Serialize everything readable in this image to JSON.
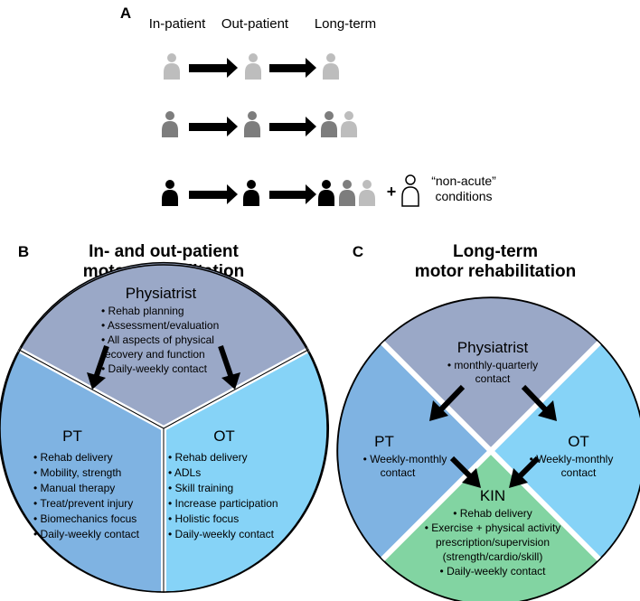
{
  "panel_a": {
    "letter": "A",
    "columns": [
      "In-patient",
      "Out-patient",
      "Long-term"
    ],
    "plus": "+",
    "non_acute_line1": "“non-acute”",
    "non_acute_line2": "conditions"
  },
  "panel_b": {
    "letter": "B",
    "title_line1": "In- and out-patient",
    "title_line2": "motor rehabilitation",
    "physiatrist": {
      "title": "Physiatrist",
      "bullets": [
        "Rehab planning",
        "Assessment/evaluation",
        "All aspects of physical",
        "recovery and function",
        "Daily-weekly contact"
      ]
    },
    "pt": {
      "title": "PT",
      "bullets": [
        "Rehab delivery",
        "Mobility, strength",
        "Manual therapy",
        "Treat/prevent injury",
        "Biomechanics focus",
        "Daily-weekly contact"
      ]
    },
    "ot": {
      "title": "OT",
      "bullets": [
        "Rehab delivery",
        "ADLs",
        "Skill training",
        "Increase participation",
        "Holistic focus",
        "Daily-weekly contact"
      ]
    }
  },
  "panel_c": {
    "letter": "C",
    "title_line1": "Long-term",
    "title_line2": "motor rehabilitation",
    "physiatrist": {
      "title": "Physiatrist",
      "line1": "• monthly-quarterly",
      "line2": "contact"
    },
    "pt": {
      "title": "PT",
      "line1": "• Weekly-monthly",
      "line2": "contact"
    },
    "ot": {
      "title": "OT",
      "line1": "• Weekly-monthly",
      "line2": "contact"
    },
    "kin": {
      "title": "KIN",
      "line1": "• Rehab delivery",
      "line2": "• Exercise + physical activity",
      "line3": "prescription/supervision",
      "line4": "(strength/cardio/skill)",
      "line5": "• Daily-weekly contact"
    }
  },
  "colors": {
    "physiatrist": "#9aa8c7",
    "pt": "#7fb3e2",
    "ot": "#86d3f7",
    "kin": "#82d4a2",
    "person_light": "#bdbdbd",
    "person_mid": "#7d7d7d",
    "person_dark": "#000000"
  }
}
